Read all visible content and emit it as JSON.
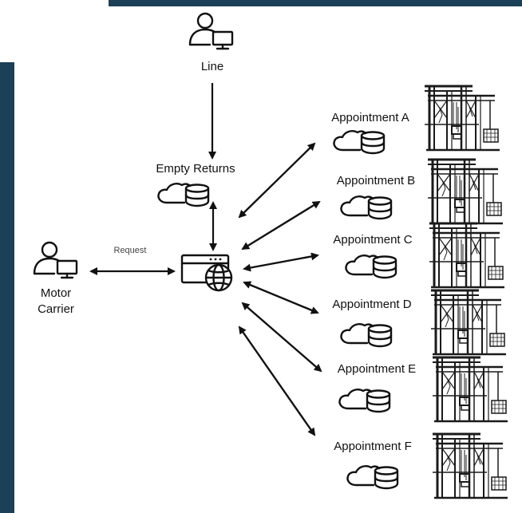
{
  "nodes": {
    "line": {
      "label": "Line"
    },
    "empty_returns": {
      "label": "Empty Returns"
    },
    "motor_carrier": {
      "label_line1": "Motor",
      "label_line2": "Carrier"
    },
    "request": {
      "label": "Request"
    }
  },
  "appointments": [
    {
      "label": "Appointment A"
    },
    {
      "label": "Appointment B"
    },
    {
      "label": "Appointment C"
    },
    {
      "label": "Appointment D"
    },
    {
      "label": "Appointment E"
    },
    {
      "label": "Appointment F"
    }
  ],
  "colors": {
    "band": "#1b4058",
    "ink": "#111111"
  },
  "icons": {
    "user": "user-computer-icon",
    "cloud_db": "cloud-database-icon",
    "portal": "web-portal-icon",
    "terminal": "container-terminal-crane-icon"
  }
}
